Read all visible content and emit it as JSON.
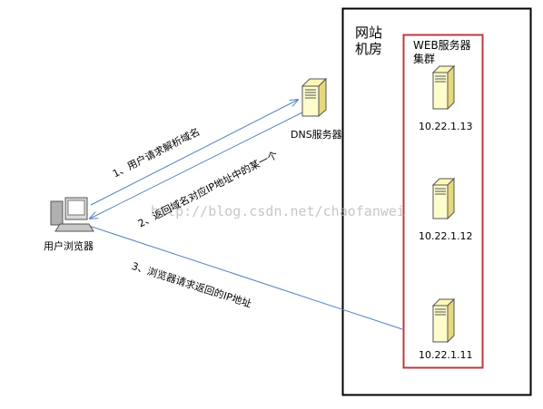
{
  "datacenter": {
    "title_line1": "网站",
    "title_line2": "机房"
  },
  "cluster": {
    "title_line1": "WEB服务器",
    "title_line2": "集群",
    "border_color": "#c0393b"
  },
  "servers": [
    {
      "ip": "10.22.1.13"
    },
    {
      "ip": "10.22.1.12"
    },
    {
      "ip": "10.22.1.11"
    }
  ],
  "dns": {
    "label": "DNS服务器"
  },
  "client": {
    "label": "用户浏览器"
  },
  "steps": {
    "step1": "1、用户请求解析域名",
    "step2": "2、返回域名对应IP地址中的某一个",
    "step3": "3、浏览器请求返回的IP地址"
  },
  "watermark": "http://blog.csdn.net/chaofanwei",
  "colors": {
    "arrow": "#4f81bd",
    "server_body": "#fffccc",
    "server_outline": "#555555"
  }
}
